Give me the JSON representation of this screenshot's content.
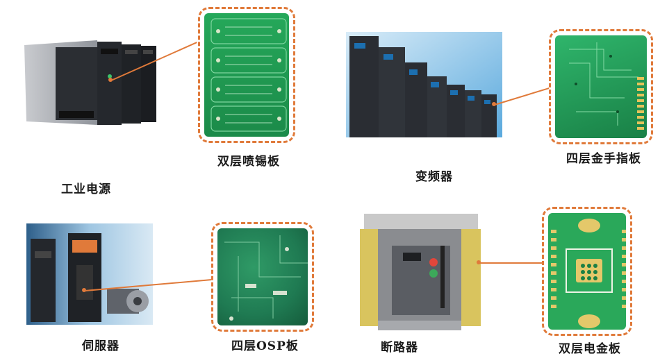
{
  "products": [
    {
      "id": "power",
      "label": "工业电源",
      "board": "双层喷锡板"
    },
    {
      "id": "inverter",
      "label": "变频器",
      "board": "四层金手指板"
    },
    {
      "id": "servo",
      "label": "伺服器",
      "board": "四层OSP板"
    },
    {
      "id": "breaker",
      "label": "断路器",
      "board": "双层电金板"
    }
  ],
  "colors": {
    "accent": "#e07a3a",
    "pcb_green": "#1a7f44",
    "device_dark": "#2a2d33",
    "text": "#1a1a1a"
  }
}
